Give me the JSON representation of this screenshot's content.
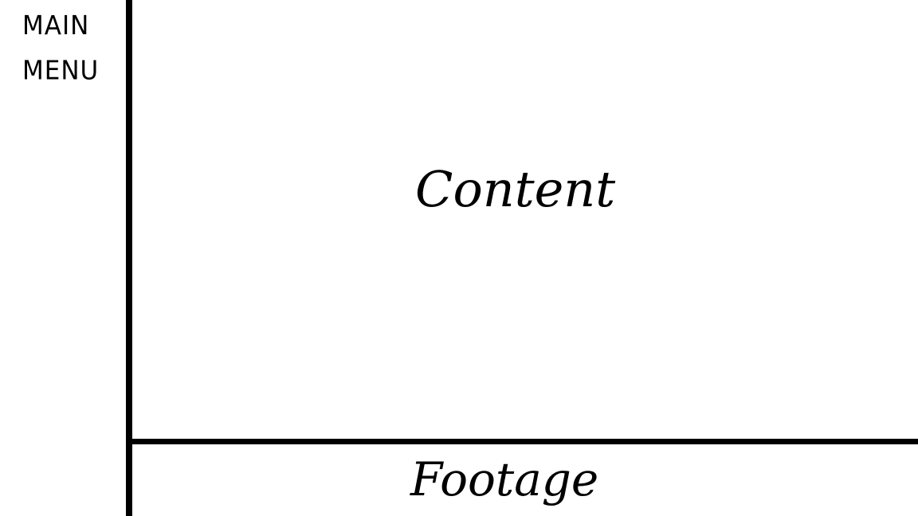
{
  "sidebar": {
    "label": "MAIN\nMENU"
  },
  "content": {
    "label": "Content"
  },
  "footer": {
    "label": "Footage"
  },
  "colors": {
    "background": "#ffffff",
    "line": "#000000",
    "text": "#000000"
  }
}
